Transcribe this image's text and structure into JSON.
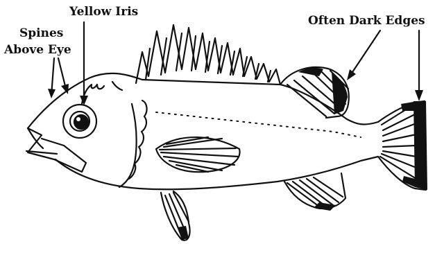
{
  "labels": {
    "yellow_iris": "Yellow Iris",
    "spines_line1": "Spines",
    "spines_line2": "Above Eye",
    "dark_edges": "Often Dark Edges"
  },
  "colors": {
    "ink": "#111111",
    "background": "#ffffff"
  }
}
